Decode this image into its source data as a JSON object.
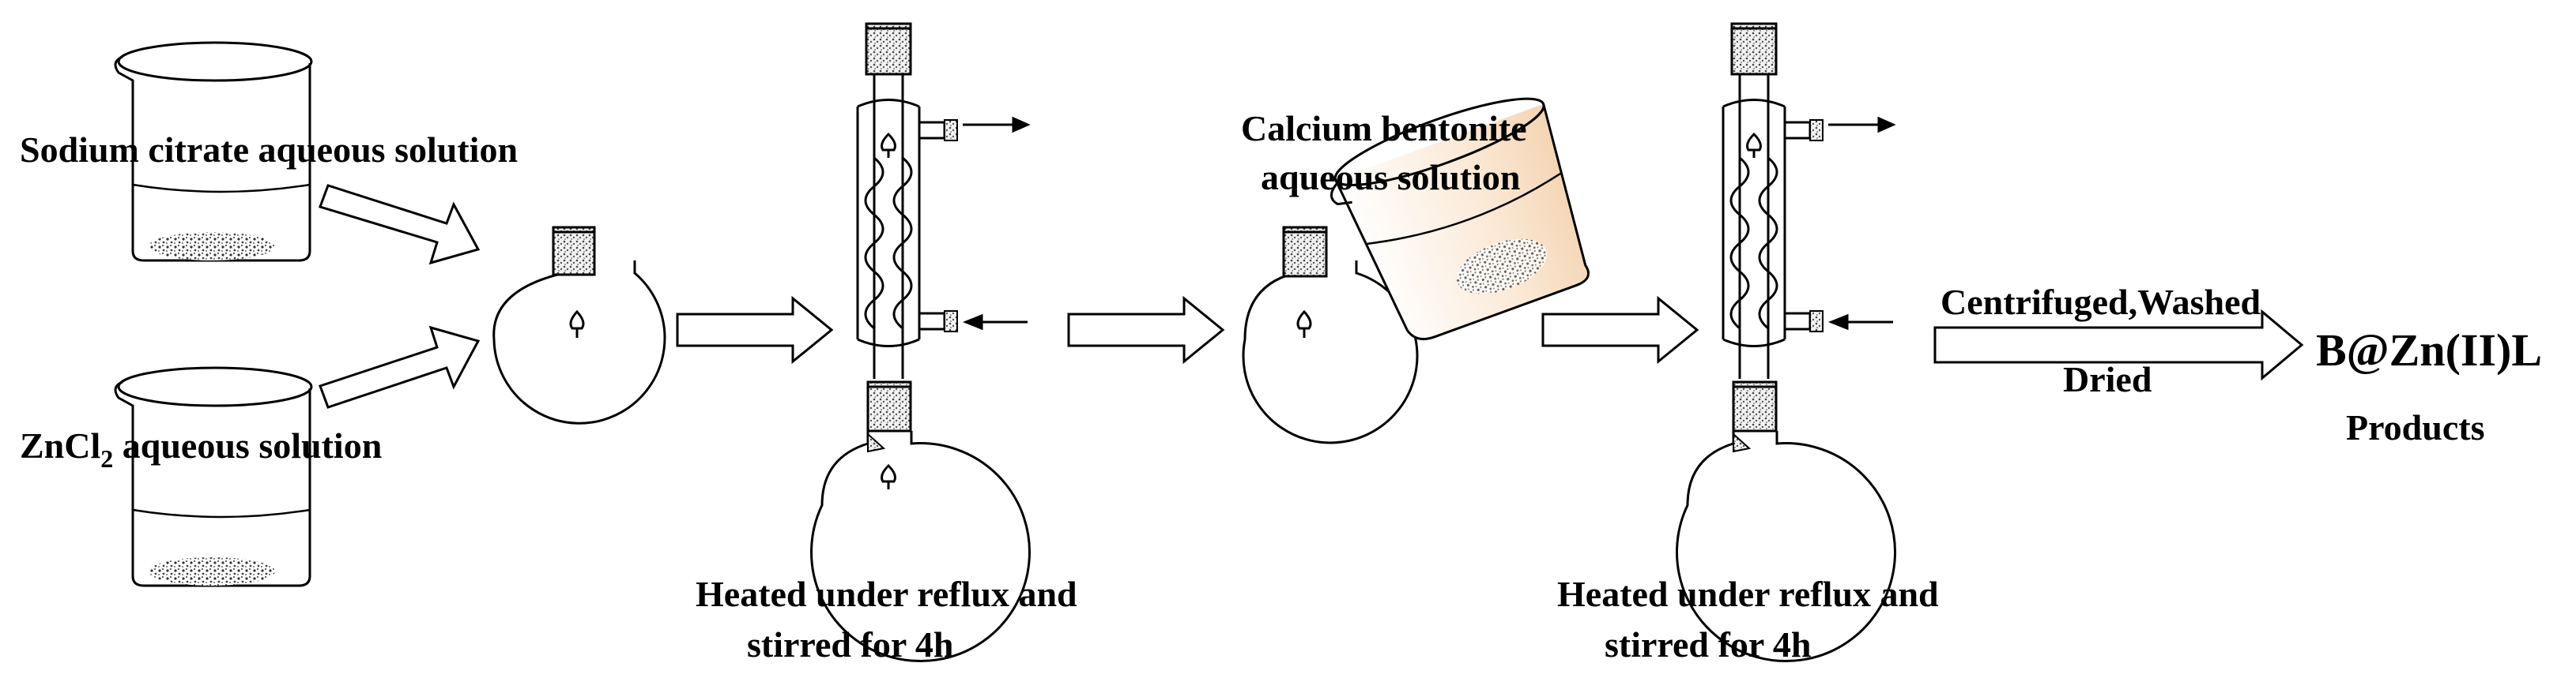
{
  "labels": {
    "beaker1": "Sodium citrate aqueous solution",
    "beaker2_main": "ZnCl",
    "beaker2_sub": "2",
    "beaker2_tail": " aqueous solution",
    "step1_line1": "Heated under reflux and",
    "step1_line2": "stirred for 4h",
    "bentonite_line1": "Calcium bentonite",
    "bentonite_line2": "aqueous solution",
    "step2_line1": "Heated under reflux and",
    "step2_line2": "stirred for 4h",
    "process_top": "Centrifuged,Washed",
    "process_bottom": "Dried",
    "product_formula": "B@Zn(II)L",
    "product_caption": "Products"
  },
  "colors": {
    "line": "#000000",
    "stopper_fill": "#e6e6e6",
    "bentonite_tint": "#f9e6d0"
  }
}
